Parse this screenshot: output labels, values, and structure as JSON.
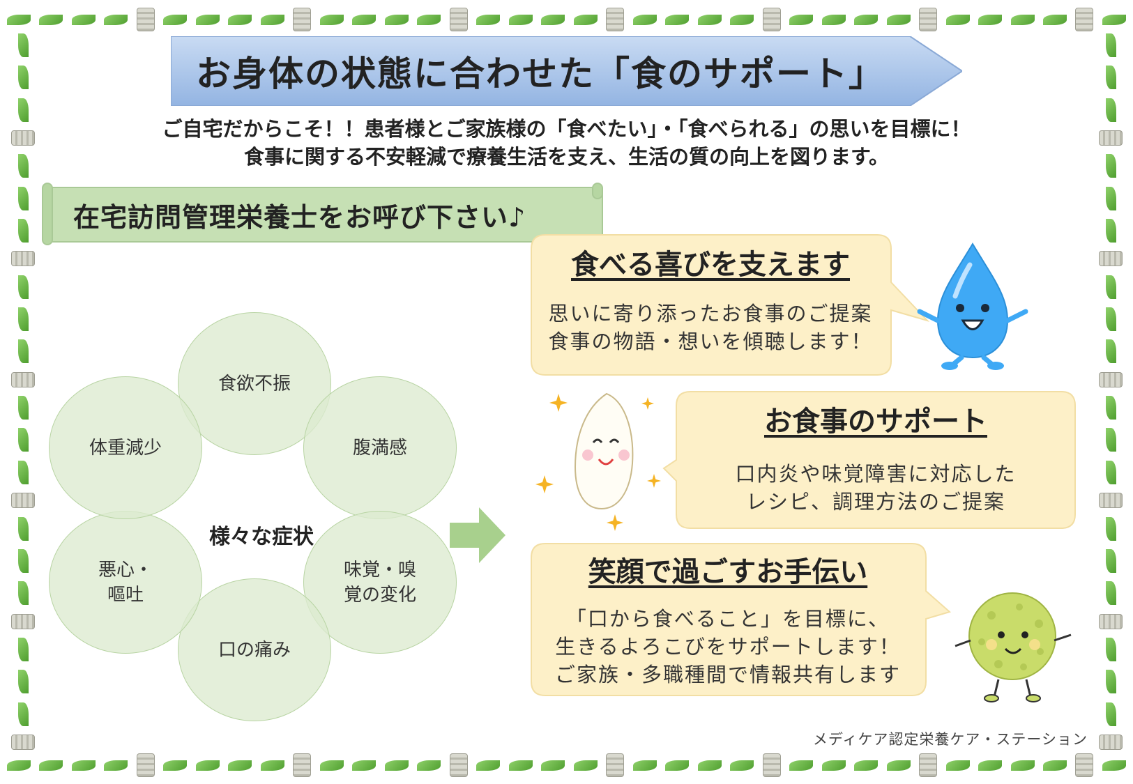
{
  "title": "お身体の状態に合わせた「食のサポート」",
  "intro": {
    "line1": "ご自宅だからこそ！！患者様とご家族様の「食べたい」・「食べられる」の思いを目標に！",
    "line2": "食事に関する不安軽減で療養生活を支え、生活の質の向上を図ります。"
  },
  "call_out": "在宅訪問管理栄養士をお呼び下さい♪",
  "symptoms": {
    "center": "様々な症状",
    "items": [
      "食欲不振",
      "腹満感",
      "味覚・嗅\n覚の変化",
      "口の痛み",
      "悪心・\n嘔吐",
      "体重減少"
    ]
  },
  "supports": [
    {
      "title": "食べる喜びを支えます",
      "body1": "思いに寄り添ったお食事のご提案",
      "body2": "食事の物語・想いを傾聴します！",
      "body3": ""
    },
    {
      "title": "お食事のサポート",
      "body1": "口内炎や味覚障害に対応した",
      "body2": "レシピ、調理方法のご提案",
      "body3": ""
    },
    {
      "title": "笑顔で過ごすお手伝い",
      "body1": "「口から食べること」を目標に、",
      "body2": "生きるよろこびをサポートします！",
      "body3": "ご家族・多職種間で情報共有します"
    }
  ],
  "footer": "メディケア認定栄養ケア・ステーション",
  "icons": [
    "leaf-icon",
    "tea-can-icon",
    "water-drop-character-icon",
    "rice-grain-character-icon",
    "sparkle-icon",
    "green-ball-character-icon",
    "right-arrow-icon"
  ],
  "colors": {
    "banner": "#a9c4e8",
    "scroll": "#c6e0b4",
    "circle": "#dcebd0",
    "bubble": "#fdf0c8",
    "arrow": "#a8d08d",
    "drop": "#3fa9f5",
    "ball": "#c9dc6a"
  }
}
